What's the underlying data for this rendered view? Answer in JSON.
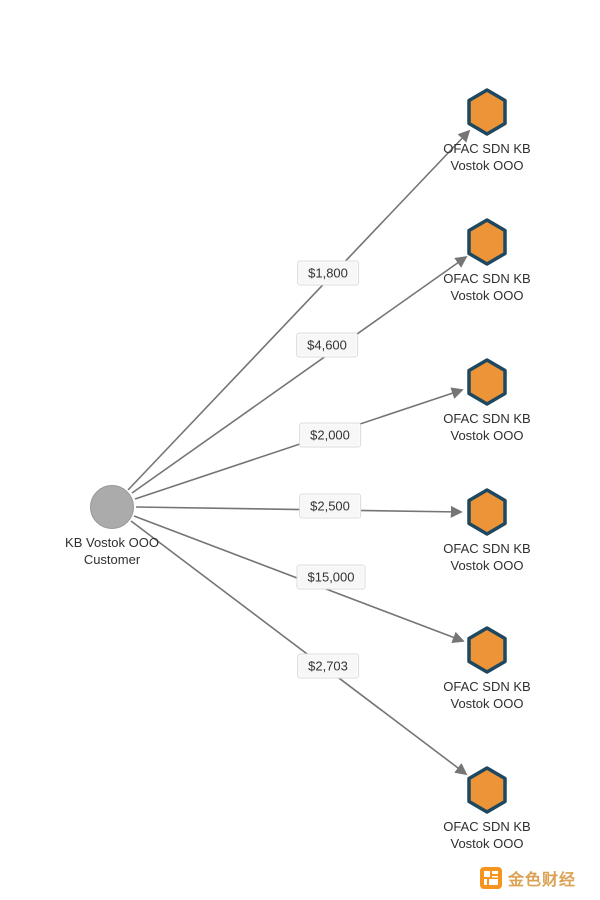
{
  "source": {
    "label": "KB Vostok OOO Customer"
  },
  "targets": [
    {
      "label": "OFAC SDN KB Vostok OOO"
    },
    {
      "label": "OFAC SDN KB Vostok OOO"
    },
    {
      "label": "OFAC SDN KB Vostok OOO"
    },
    {
      "label": "OFAC SDN KB Vostok OOO"
    },
    {
      "label": "OFAC SDN KB Vostok OOO"
    },
    {
      "label": "OFAC SDN KB Vostok OOO"
    }
  ],
  "edges": [
    {
      "amount": "$1,800"
    },
    {
      "amount": "$4,600"
    },
    {
      "amount": "$2,000"
    },
    {
      "amount": "$2,500"
    },
    {
      "amount": "$15,000"
    },
    {
      "amount": "$2,703"
    }
  ],
  "watermark": {
    "text": "金色财经"
  },
  "colors": {
    "hexagon_fill": "#ed9438",
    "hexagon_border": "#1d4860",
    "circle_fill": "#ababab",
    "edge": "#757575",
    "watermark": "#dba155"
  }
}
